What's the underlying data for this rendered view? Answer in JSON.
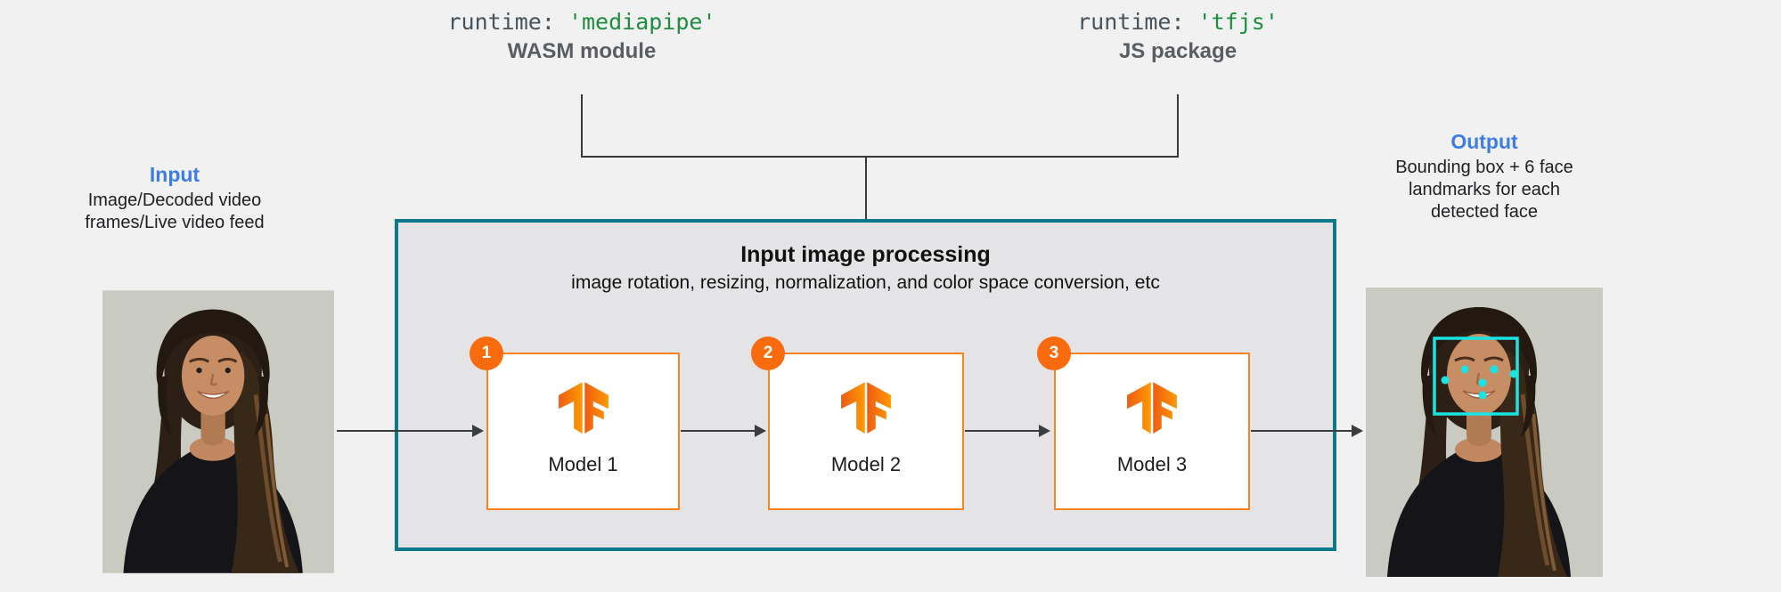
{
  "runtimes": {
    "mediapipe": {
      "code_key": "runtime: ",
      "code_value": "'mediapipe'",
      "caption": "WASM module"
    },
    "tfjs": {
      "code_key": "runtime: ",
      "code_value": "'tfjs'",
      "caption": "JS package"
    }
  },
  "input": {
    "title": "Input",
    "line1": "Image/Decoded video",
    "line2": "frames/Live video feed"
  },
  "output": {
    "title": "Output",
    "line1": "Bounding box + 6 face",
    "line2": "landmarks for each",
    "line3": "detected face"
  },
  "processing": {
    "title": "Input image processing",
    "subtitle": "image rotation, resizing, normalization, and color space conversion, etc"
  },
  "models": [
    {
      "badge": "1",
      "label": "Model 1"
    },
    {
      "badge": "2",
      "label": "Model 2"
    },
    {
      "badge": "3",
      "label": "Model 3"
    }
  ],
  "icons": {
    "tf_logo": "tensorflow-logo",
    "input_photo": "woman-portrait-photo",
    "output_photo": "woman-portrait-photo-with-face-detection-overlay"
  },
  "colors": {
    "background": "#f1f1f2",
    "accent_blue": "#3d7de8",
    "code_green": "#1e8e3e",
    "code_slate": "#44535c",
    "caption_gray": "#5a5d61",
    "box_teal": "#0e7a89",
    "box_fill": "#e4e4e6",
    "model_orange_border": "#f8831f",
    "badge_orange": "#f96b0d",
    "detection_cyan": "#1ae3e4",
    "arrow_dark": "#3a3d40"
  }
}
